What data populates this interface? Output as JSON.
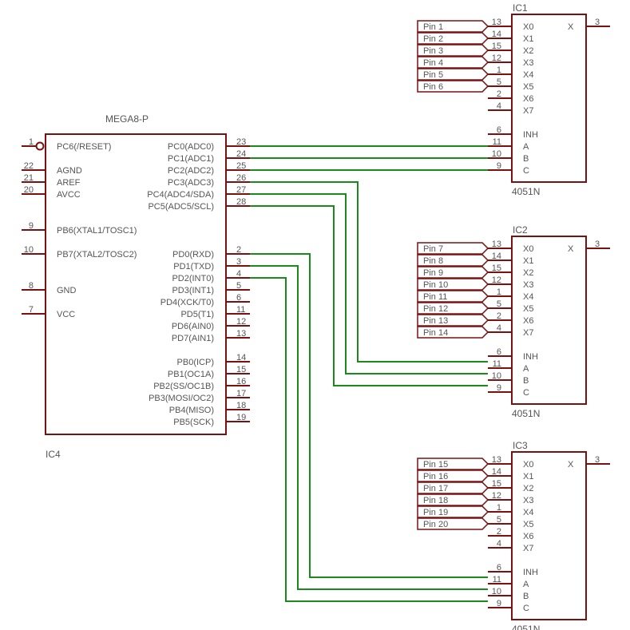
{
  "mcu": {
    "value": "MEGA8-P",
    "name": "IC4",
    "left_pins": [
      {
        "num": "1",
        "label": "PC6(/RESET)",
        "inverted": true
      },
      {
        "num": "22",
        "label": "AGND"
      },
      {
        "num": "21",
        "label": "AREF"
      },
      {
        "num": "20",
        "label": "AVCC"
      },
      {
        "num": "9",
        "label": "PB6(XTAL1/TOSC1)"
      },
      {
        "num": "10",
        "label": "PB7(XTAL2/TOSC2)"
      },
      {
        "num": "8",
        "label": "GND"
      },
      {
        "num": "7",
        "label": "VCC"
      }
    ],
    "right_pins": [
      {
        "num": "23",
        "label": "PC0(ADC0)"
      },
      {
        "num": "24",
        "label": "PC1(ADC1)"
      },
      {
        "num": "25",
        "label": "PC2(ADC2)"
      },
      {
        "num": "26",
        "label": "PC3(ADC3)"
      },
      {
        "num": "27",
        "label": "PC4(ADC4/SDA)"
      },
      {
        "num": "28",
        "label": "PC5(ADC5/SCL)"
      },
      {
        "num": "2",
        "label": "PD0(RXD)"
      },
      {
        "num": "3",
        "label": "PD1(TXD)"
      },
      {
        "num": "4",
        "label": "PD2(INT0)"
      },
      {
        "num": "5",
        "label": "PD3(INT1)"
      },
      {
        "num": "6",
        "label": "PD4(XCK/T0)"
      },
      {
        "num": "11",
        "label": "PD5(T1)"
      },
      {
        "num": "12",
        "label": "PD6(AIN0)"
      },
      {
        "num": "13",
        "label": "PD7(AIN1)"
      },
      {
        "num": "14",
        "label": "PB0(ICP)"
      },
      {
        "num": "15",
        "label": "PB1(OC1A)"
      },
      {
        "num": "16",
        "label": "PB2(SS/OC1B)"
      },
      {
        "num": "17",
        "label": "PB3(MOSI/OC2)"
      },
      {
        "num": "18",
        "label": "PB4(MISO)"
      },
      {
        "num": "19",
        "label": "PB5(SCK)"
      }
    ]
  },
  "mux_pins": {
    "inputs": [
      {
        "num": "13",
        "label": "X0"
      },
      {
        "num": "14",
        "label": "X1"
      },
      {
        "num": "15",
        "label": "X2"
      },
      {
        "num": "12",
        "label": "X3"
      },
      {
        "num": "1",
        "label": "X4"
      },
      {
        "num": "5",
        "label": "X5"
      },
      {
        "num": "2",
        "label": "X6"
      },
      {
        "num": "4",
        "label": "X7"
      }
    ],
    "controls": [
      {
        "num": "6",
        "label": "INH"
      },
      {
        "num": "11",
        "label": "A"
      },
      {
        "num": "10",
        "label": "B"
      },
      {
        "num": "9",
        "label": "C"
      }
    ],
    "output": {
      "num": "3",
      "label": "X"
    }
  },
  "muxes": [
    {
      "name": "IC1",
      "value": "4051N",
      "input_labels": [
        "Pin 1",
        "Pin 2",
        "Pin 3",
        "Pin 4",
        "Pin 5",
        "Pin 6"
      ]
    },
    {
      "name": "IC2",
      "value": "4051N",
      "input_labels": [
        "Pin 7",
        "Pin 8",
        "Pin 9",
        "Pin 10",
        "Pin 11",
        "Pin 12",
        "Pin 13",
        "Pin 14"
      ]
    },
    {
      "name": "IC3",
      "value": "4051N",
      "input_labels": [
        "Pin 15",
        "Pin 16",
        "Pin 17",
        "Pin 18",
        "Pin 19",
        "Pin 20"
      ]
    }
  ],
  "colors": {
    "component": "#7a1010",
    "wire": "#1a8a1a",
    "text": "#555555"
  }
}
